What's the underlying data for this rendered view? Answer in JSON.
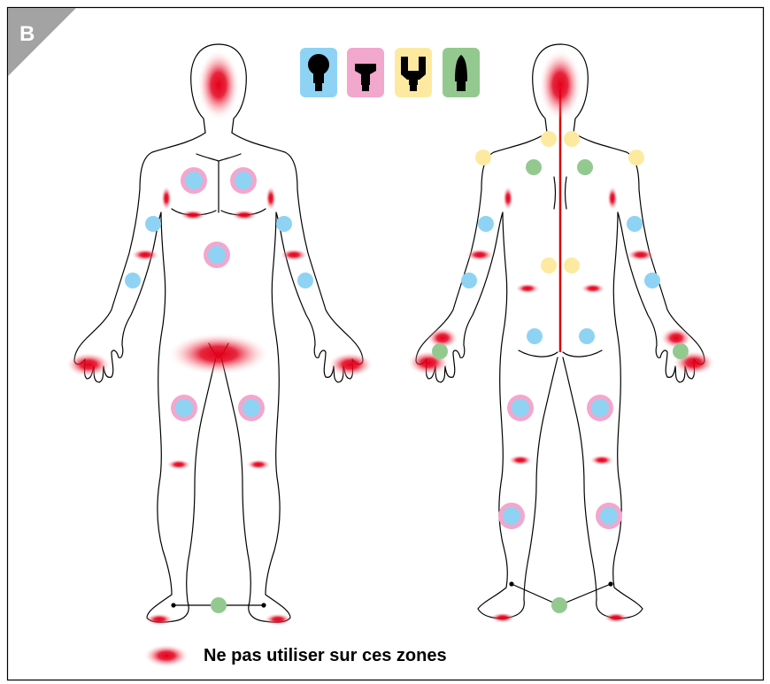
{
  "panel_label": "B",
  "legend_text": "Ne pas utiliser sur ces zones",
  "colors": {
    "frame": "#000000",
    "corner_tab": "#a3a3a3",
    "no_use_zone": "#e3001b",
    "spine_line": "#d60000",
    "head_blue": "#8fd3f4",
    "head_pink": "#f2a7cc",
    "head_yellow": "#fdeaa0",
    "head_green": "#93c98f"
  },
  "attachments": [
    {
      "name": "ball-head-icon",
      "color": "blue"
    },
    {
      "name": "flat-head-icon",
      "color": "pink"
    },
    {
      "name": "fork-head-icon",
      "color": "yellow"
    },
    {
      "name": "bullet-head-icon",
      "color": "green"
    }
  ]
}
